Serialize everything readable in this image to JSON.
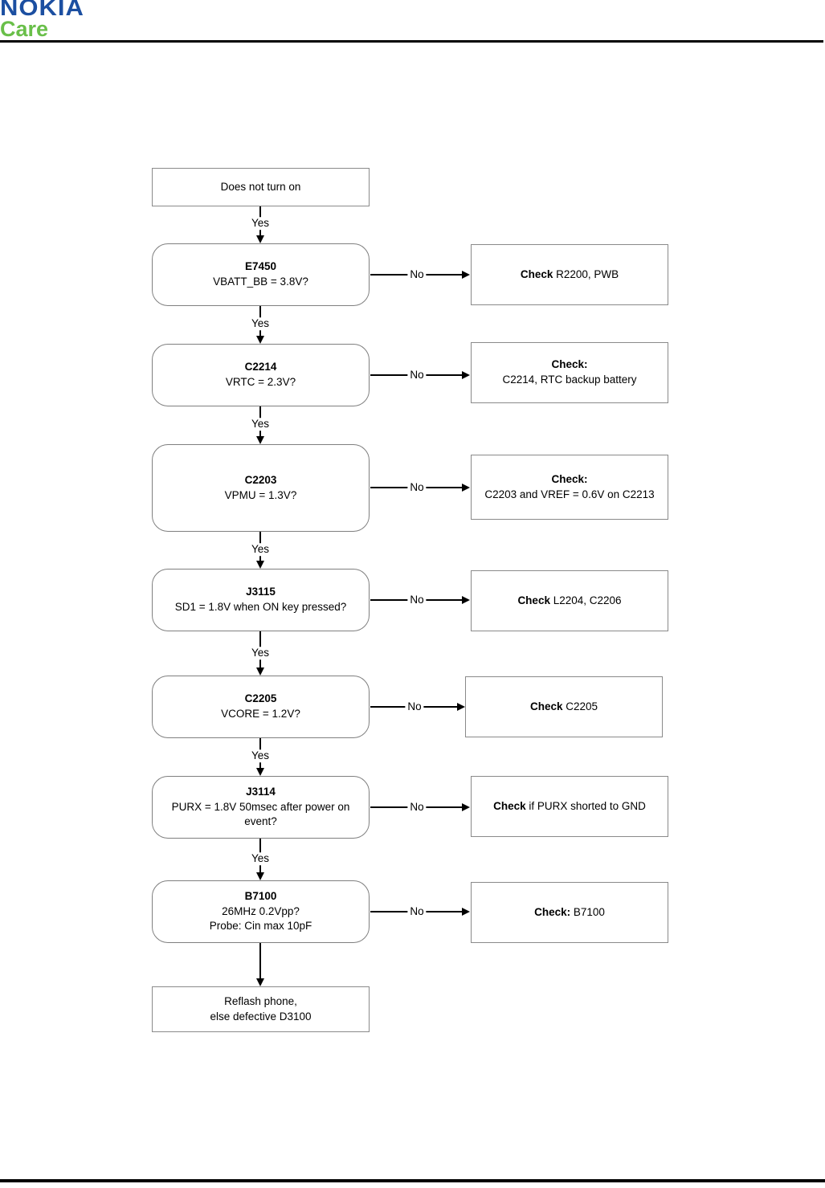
{
  "brand": {
    "name": "NOKIA",
    "product": "Care",
    "nokia_blue": "#1c4fa1",
    "care_green": "#69bf49"
  },
  "flow": {
    "start": "Does not turn on",
    "yes": "Yes",
    "no": "No",
    "steps": [
      {
        "title": "E7450",
        "question": "VBATT_BB = 3.8V?",
        "check_bold": "Check",
        "check_rest": " R2200, PWB"
      },
      {
        "title": "C2214",
        "question": "VRTC = 2.3V?",
        "check_bold": "Check:",
        "check_rest": "\nC2214, RTC backup battery"
      },
      {
        "title": "C2203",
        "question": "VPMU = 1.3V?",
        "check_bold": "Check:",
        "check_rest": "\nC2203 and VREF = 0.6V on C2213"
      },
      {
        "title": "J3115",
        "question": "SD1 = 1.8V when ON key pressed?",
        "check_bold": "Check",
        "check_rest": " L2204, C2206"
      },
      {
        "title": "C2205",
        "question": "VCORE = 1.2V?",
        "check_bold": "Check",
        "check_rest": " C2205"
      },
      {
        "title": "J3114",
        "question": "PURX = 1.8V 50msec after power on\nevent?",
        "check_bold": "Check",
        "check_rest": " if PURX shorted to GND"
      },
      {
        "title": "B7100",
        "question": "26MHz 0.2Vpp?\nProbe: Cin max 10pF",
        "check_bold": "Check:",
        "check_rest": " B7100"
      }
    ],
    "end": "Reflash phone,\nelse defective D3100"
  }
}
